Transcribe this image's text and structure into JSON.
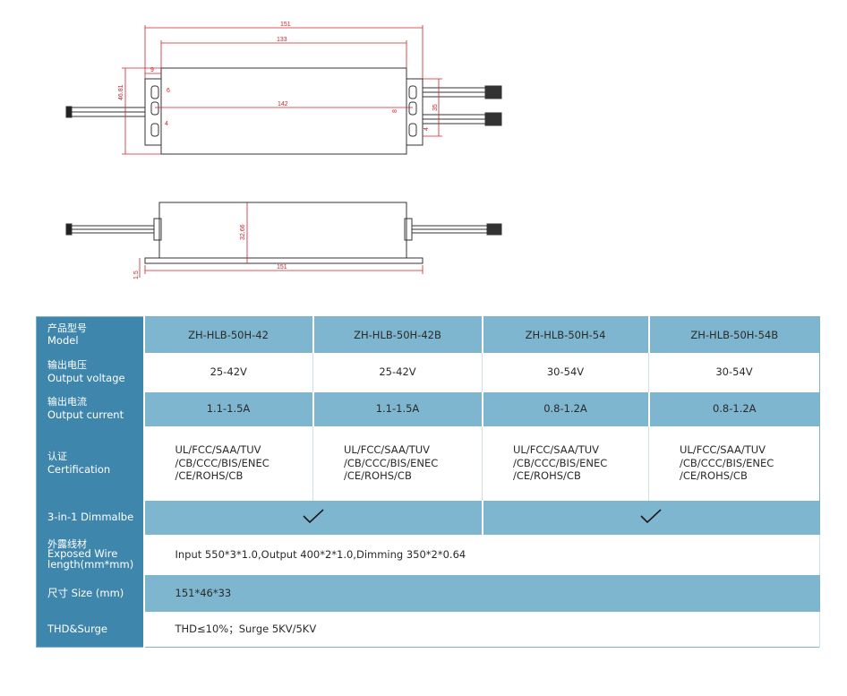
{
  "drawing": {
    "top_view": {
      "overall_length": "151",
      "body_length": "133",
      "mount_spacing": "142",
      "height": "46.81",
      "slot_offset": "9",
      "slot_gap": "6",
      "slot_width": "4",
      "right_dim_1": "8",
      "right_dim_2": "35",
      "right_dim_3": "4"
    },
    "side_view": {
      "height": "32.66",
      "length": "151",
      "base": "1.5"
    }
  },
  "table": {
    "rows": [
      {
        "label_cn": "产品型号",
        "label_en": "Model",
        "style": "blue",
        "cells": [
          "ZH-HLB-50H-42",
          "ZH-HLB-50H-42B",
          "ZH-HLB-50H-54",
          "ZH-HLB-50H-54B"
        ]
      },
      {
        "label_cn": "输出电压",
        "label_en": "Output voltage",
        "style": "white",
        "cells": [
          "25-42V",
          "25-42V",
          "30-54V",
          "30-54V"
        ]
      },
      {
        "label_cn": "输出电流",
        "label_en": "Output current",
        "style": "blue",
        "cells": [
          "1.1-1.5A",
          "1.1-1.5A",
          "0.8-1.2A",
          "0.8-1.2A"
        ]
      },
      {
        "label_cn": "认证",
        "label_en": "Certification",
        "style": "white",
        "cert_lines": [
          "UL/FCC/SAA/TUV",
          "/CB/CCC/BIS/ENEC",
          "/CE/ROHS/CB"
        ]
      },
      {
        "label_en": "3-in-1 Dimmalbe",
        "style": "blue"
      },
      {
        "label_cn": "外露线材",
        "label_en": "Exposed Wire length(mm*mm)",
        "style": "white",
        "value": "Input 550*3*1.0,Output 400*2*1.0,Dimming 350*2*0.64"
      },
      {
        "label": "尺寸 Size (mm)",
        "style": "blue",
        "value": "151*46*33"
      },
      {
        "label": "THD&Surge",
        "style": "white",
        "value": "THD≤10%；Surge 5KV/5KV"
      }
    ]
  }
}
